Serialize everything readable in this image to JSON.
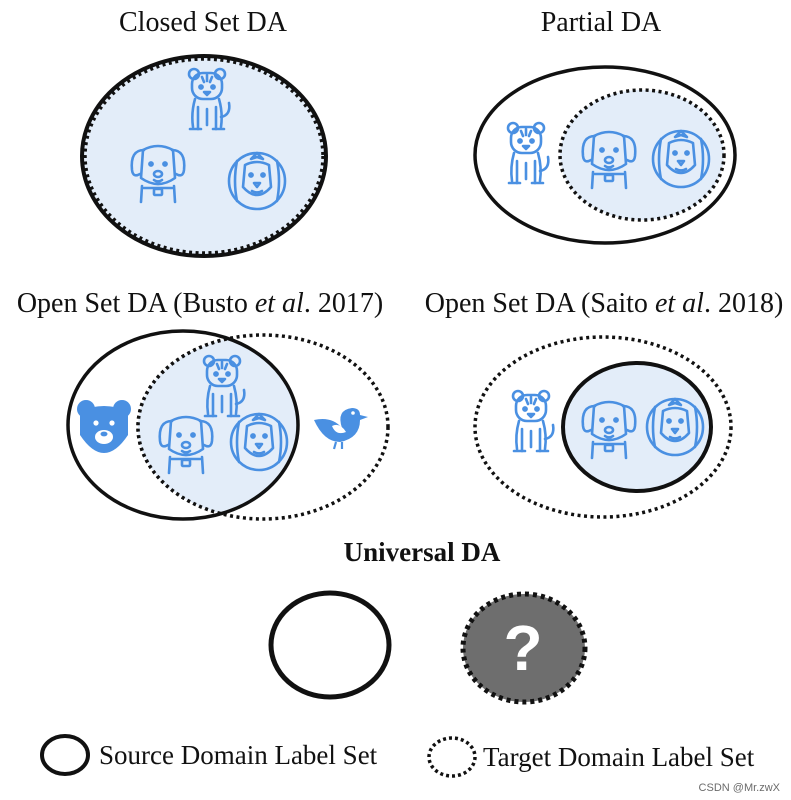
{
  "titles": {
    "closed": "Closed Set DA",
    "partial": "Partial DA",
    "busto_prefix": "Open Set DA (Busto ",
    "busto_etal": "et al",
    "busto_suffix": ". 2017)",
    "saito_prefix": "Open Set DA (Saito ",
    "saito_etal": "et al",
    "saito_suffix": ". 2018)",
    "universal": "Universal DA"
  },
  "legend": {
    "source": "Source Domain Label Set",
    "target": "Target Domain Label Set"
  },
  "question_mark": "?",
  "watermark": "CSDN @Mr.zwX",
  "icons": [
    "tiger-icon",
    "dog-icon",
    "lion-icon",
    "bear-icon",
    "bird-icon"
  ],
  "colors": {
    "icon_blue": "#4a90e2",
    "shared_fill": "#e3edf9",
    "outline": "#111111",
    "unknown_fill": "#6e6e6e"
  }
}
